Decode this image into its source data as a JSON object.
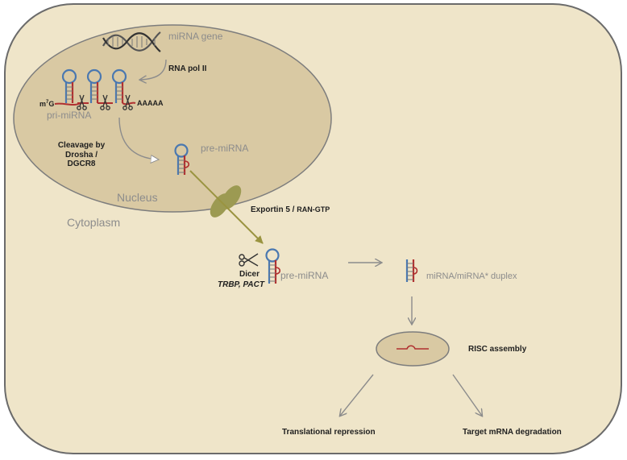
{
  "labels": {
    "mirna_gene": "miRNA gene",
    "rna_pol": "RNA pol II",
    "cap": "m7G",
    "cap_base": "m",
    "cap_sup": "7",
    "cap_end": "G",
    "polya": "AAAAA",
    "pri_mirna": "pri-miRNA",
    "cleavage_line1": "Cleavage by",
    "cleavage_line2": "Drosha /",
    "cleavage_line3": "DGCR8",
    "pre_mirna_nucleus": "pre-miRNA",
    "nucleus": "Nucleus",
    "cytoplasm": "Cytoplasm",
    "exportin": "Exportin 5",
    "exportin_sep": " / ",
    "ran_gtp": "RAN-GTP",
    "dicer": "Dicer",
    "trbp_pact": "TRBP, PACT",
    "pre_mirna_cyto": "pre-miRNA",
    "duplex": "miRNA/miRNA* duplex",
    "risc": "RISC assembly",
    "translational": "Translational repression",
    "degradation": "Target mRNA degradation"
  },
  "colors": {
    "cell_fill": "#efe5c9",
    "cell_border": "#6b6b6b",
    "nucleus_fill": "#d9c9a3",
    "nucleus_border": "#7d7d7d",
    "pore": "#9c9a52",
    "export_arrow": "#9a9440",
    "hairpin_blue": "#4a78b0",
    "hairpin_red": "#b03030",
    "gray_text": "#8c8c8c",
    "dark_text": "#1f1f1f",
    "arrow_gray": "#8c8c8c"
  }
}
